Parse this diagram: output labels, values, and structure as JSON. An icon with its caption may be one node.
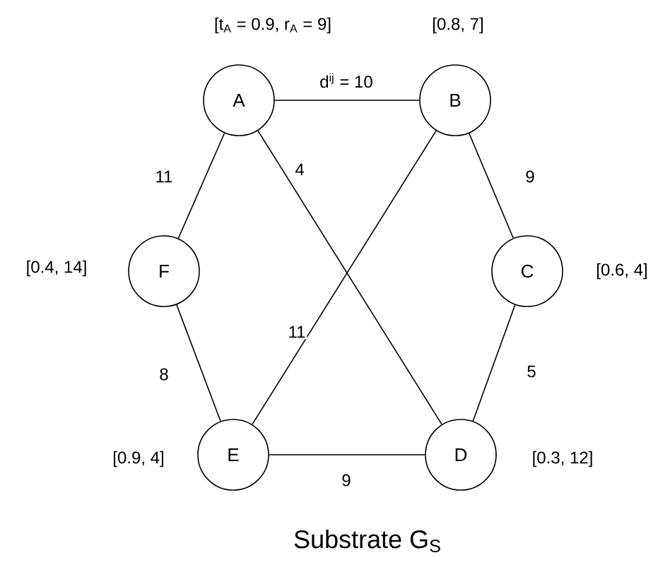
{
  "diagram": {
    "caption": "Substrate G$_{S}$",
    "nodes": [
      {
        "text": [
          "A"
        ],
        "beside": [
          "[t$_{A}$ = 0.9, r$_{A}$ = 9]"
        ]
      },
      {
        "text": [
          "B"
        ],
        "beside": [
          "[0.8, 7]"
        ]
      },
      {
        "text": [
          "C"
        ],
        "beside": [
          "[0.6, 4]"
        ]
      },
      {
        "text": [
          "D"
        ],
        "beside": [
          "[0.3, 12]"
        ]
      },
      {
        "text": [
          "E"
        ],
        "beside": [
          "[0.9, 4]"
        ]
      },
      {
        "text": [
          "F"
        ],
        "beside": [
          "[0.4, 14]"
        ]
      }
    ],
    "edges": [
      {
        "from": 0,
        "to": 1,
        "arrow": "none",
        "label": "d$^{ij}$ = 10"
      },
      {
        "from": 1,
        "to": 2,
        "arrow": "none",
        "label": "9"
      },
      {
        "from": 2,
        "to": 3,
        "arrow": "none",
        "label": "5"
      },
      {
        "from": 3,
        "to": 4,
        "arrow": "none",
        "label": "9"
      },
      {
        "from": 4,
        "to": 5,
        "arrow": "none",
        "label": "8"
      },
      {
        "from": 5,
        "to": 0,
        "arrow": "none",
        "label": "11"
      },
      {
        "from": 0,
        "to": 3,
        "arrow": "none",
        "label": "4"
      },
      {
        "from": 1,
        "to": 4,
        "arrow": "none",
        "label": "11"
      }
    ]
  }
}
